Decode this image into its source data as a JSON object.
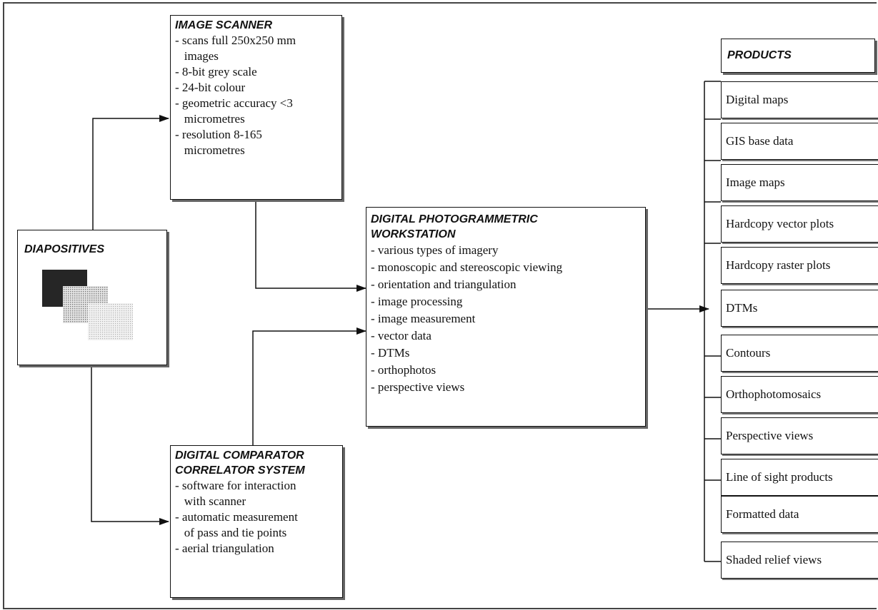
{
  "nodes": {
    "image_scanner": {
      "title": "IMAGE SCANNER",
      "items": [
        "- scans full 250x250 mm",
        "   images",
        "- 8-bit grey scale",
        "- 24-bit colour",
        "- geometric accuracy <3",
        "   micrometres",
        "- resolution 8-165",
        "   micrometres"
      ]
    },
    "diapositives": {
      "title": "DIAPOSITIVES"
    },
    "workstation": {
      "title": "DIGITAL PHOTOGRAMMETRIC\nWORKSTATION",
      "items": [
        "- various types of imagery",
        "- monoscopic and stereoscopic viewing",
        "- orientation and triangulation",
        "- image processing",
        "- image measurement",
        "- vector data",
        "- DTMs",
        "- orthophotos",
        "- perspective views"
      ]
    },
    "comparator": {
      "title": "DIGITAL COMPARATOR\nCORRELATOR SYSTEM",
      "items": [
        "- software for interaction",
        "   with scanner",
        "- automatic measurement",
        "   of pass and tie points",
        "- aerial triangulation"
      ]
    },
    "products": {
      "title": "PRODUCTS",
      "items": [
        "Digital maps",
        "GIS base data",
        "Image maps",
        "Hardcopy vector plots",
        "Hardcopy raster plots",
        "DTMs",
        "Contours",
        "Orthophotomosaics",
        "Perspective views",
        "Line of sight products",
        "Formatted data",
        "Shaded relief views"
      ]
    }
  }
}
